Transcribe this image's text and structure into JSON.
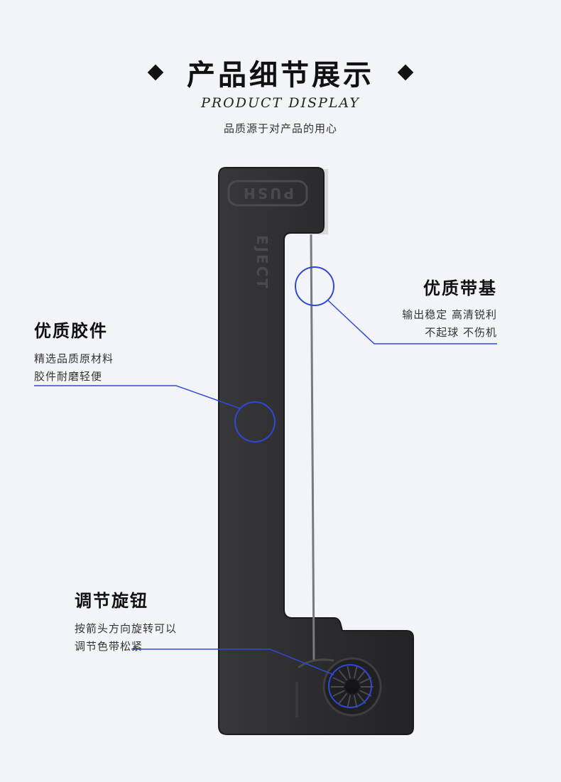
{
  "header": {
    "title": "产品细节展示",
    "subtitle_en": "PRODUCT DISPLAY",
    "subtitle_cn": "品质源于对产品的用心"
  },
  "product": {
    "push_label": "PUSH",
    "eject_label": "EJECT"
  },
  "callouts": [
    {
      "title": "优质带基",
      "lines": [
        "输出稳定 高清锐利",
        "不起球 不伤机"
      ]
    },
    {
      "title": "优质胶件",
      "lines": [
        "精选品质原材料",
        "胶件耐磨轻便"
      ]
    },
    {
      "title": "调节旋钮",
      "lines": [
        "按箭头方向旋转可以",
        "调节色带松紧"
      ]
    }
  ],
  "colors": {
    "background": "#f3f4f8",
    "cartridge": "#2b2b2d",
    "callout_line": "#2f49d6"
  }
}
